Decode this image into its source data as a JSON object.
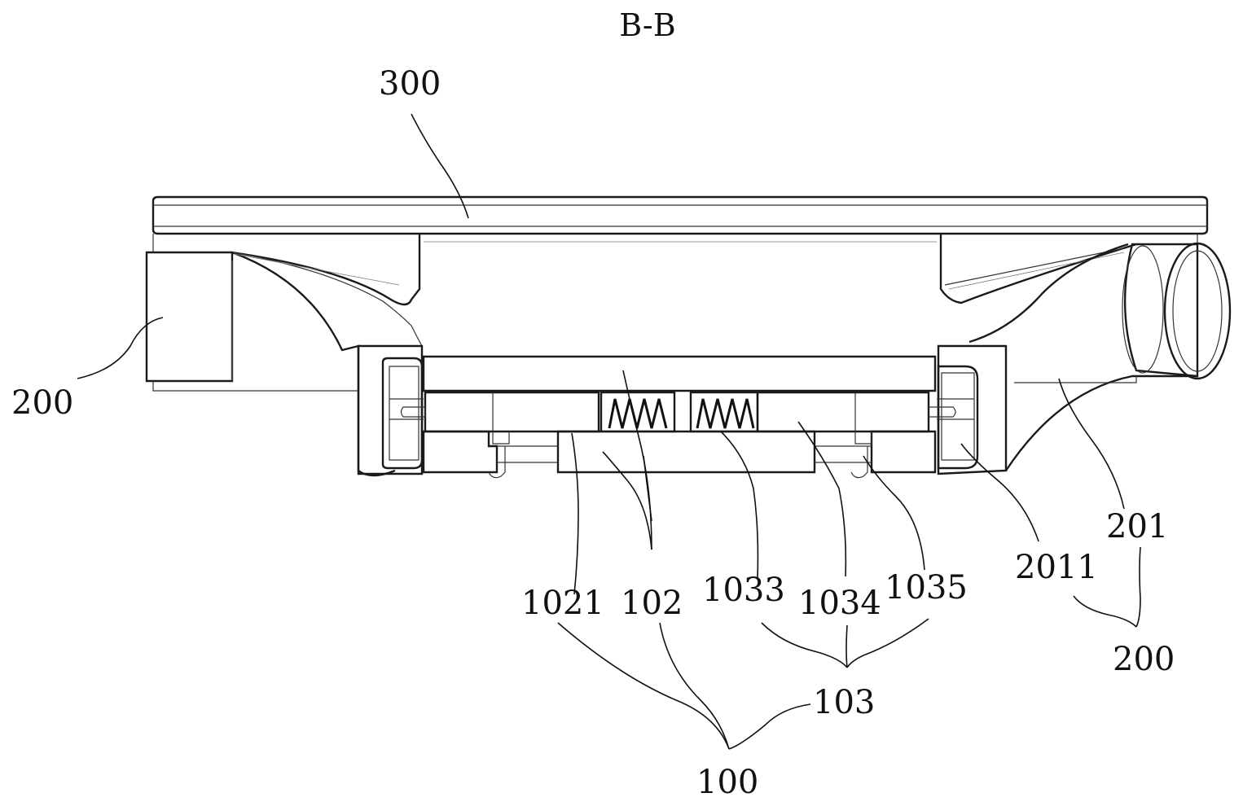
{
  "title": "B-B",
  "labels": {
    "l300": "300",
    "l200_left": "200",
    "l201": "201",
    "l2011": "2011",
    "l200_right": "200",
    "l1021": "1021",
    "l102": "102",
    "l1033": "1033",
    "l1034": "1034",
    "l1035": "1035",
    "l103": "103",
    "l100": "100"
  }
}
